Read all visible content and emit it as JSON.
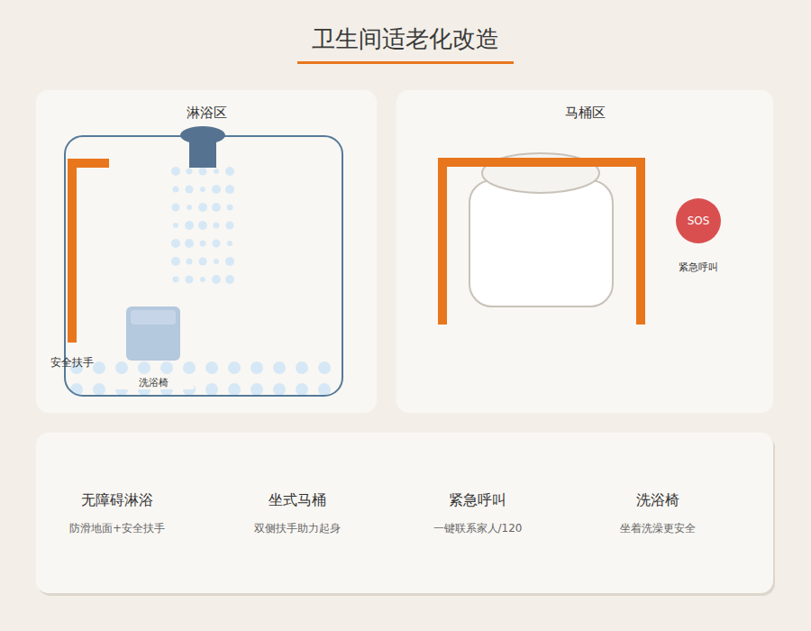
{
  "diagram": {
    "title": "卫生间适老化改造",
    "nodes": [
      {
        "text": [
          "淋浴区"
        ]
      },
      {
        "text": [
          "洗浴椅"
        ],
        "in": 0
      },
      {
        "text": [
          "马桶区"
        ]
      },
      {
        "text": [
          "SOS",
          "紧急呼叫"
        ],
        "in": 2
      },
      {
        "text": [
          "无障碍淋浴",
          "防滑地面+安全扶手"
        ]
      },
      {
        "text": [
          "坐式马桶",
          "双侧扶手助力起身"
        ]
      },
      {
        "text": [
          "紧急呼叫",
          "一键联系家人/120"
        ]
      },
      {
        "text": [
          "洗浴椅",
          "坐着洗澡更安全"
        ]
      }
    ],
    "edges": [],
    "labels": [
      "安全扶手"
    ]
  }
}
